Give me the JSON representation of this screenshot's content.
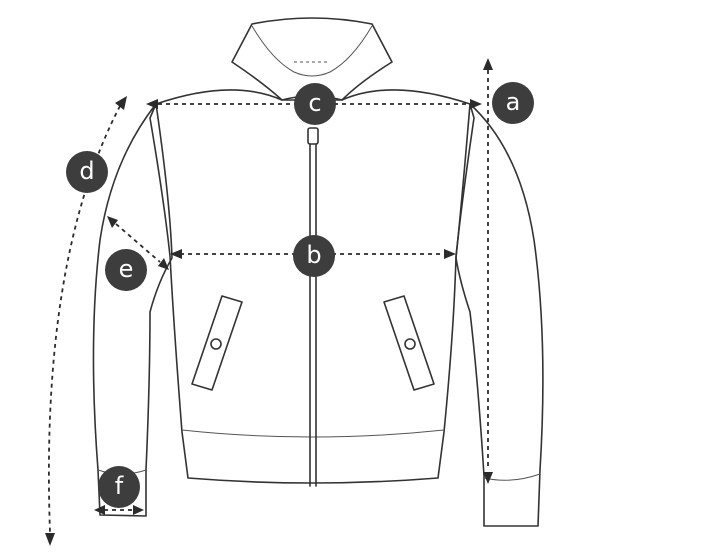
{
  "labels": {
    "a": "a",
    "b": "b",
    "c": "c",
    "d": "d",
    "e": "e",
    "f": "f"
  },
  "colors": {
    "badge": "#3d3d3d",
    "badge_text": "#ffffff",
    "line": "#333333",
    "background": "#ffffff"
  }
}
